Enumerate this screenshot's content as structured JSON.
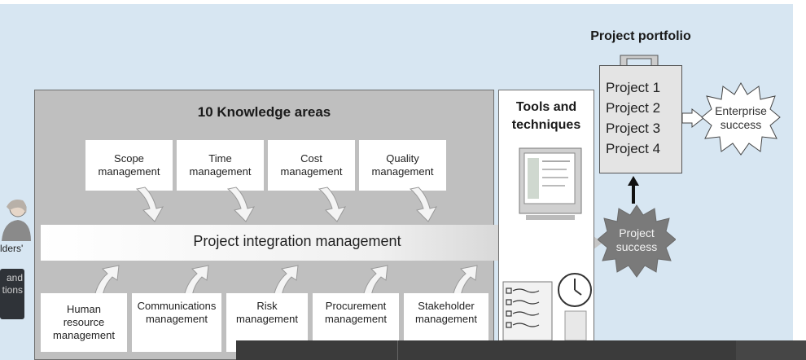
{
  "knowledge_areas_title": "10 Knowledge areas",
  "top_areas": [
    {
      "line1": "Scope",
      "line2": "management"
    },
    {
      "line1": "Time",
      "line2": "management"
    },
    {
      "line1": "Cost",
      "line2": "management"
    },
    {
      "line1": "Quality",
      "line2": "management"
    }
  ],
  "bottom_areas": [
    {
      "line1": "Human",
      "line2": "resource",
      "line3": "management"
    },
    {
      "line1": "Communications",
      "line2": "management"
    },
    {
      "line1": "Risk",
      "line2": "management"
    },
    {
      "line1": "Procurement",
      "line2": "management"
    },
    {
      "line1": "Stakeholder",
      "line2": "management"
    }
  ],
  "integration_label": "Project integration management",
  "tools": {
    "line1": "Tools and",
    "line2": "techniques"
  },
  "portfolio": {
    "title": "Project portfolio",
    "projects": [
      "Project 1",
      "Project 2",
      "Project 3",
      "Project 4"
    ]
  },
  "enterprise_success": {
    "line1": "Enterprise",
    "line2": "success"
  },
  "project_success": {
    "line1": "Project",
    "line2": "success"
  },
  "left_partial": {
    "line1": "lders'",
    "line2": "and",
    "line3": "tions"
  },
  "colors": {
    "background": "#d7e6f2",
    "panel": "#bfbfbf",
    "dark_star": "#7a7a7a",
    "bottom_bar": "#3b3b3b"
  }
}
